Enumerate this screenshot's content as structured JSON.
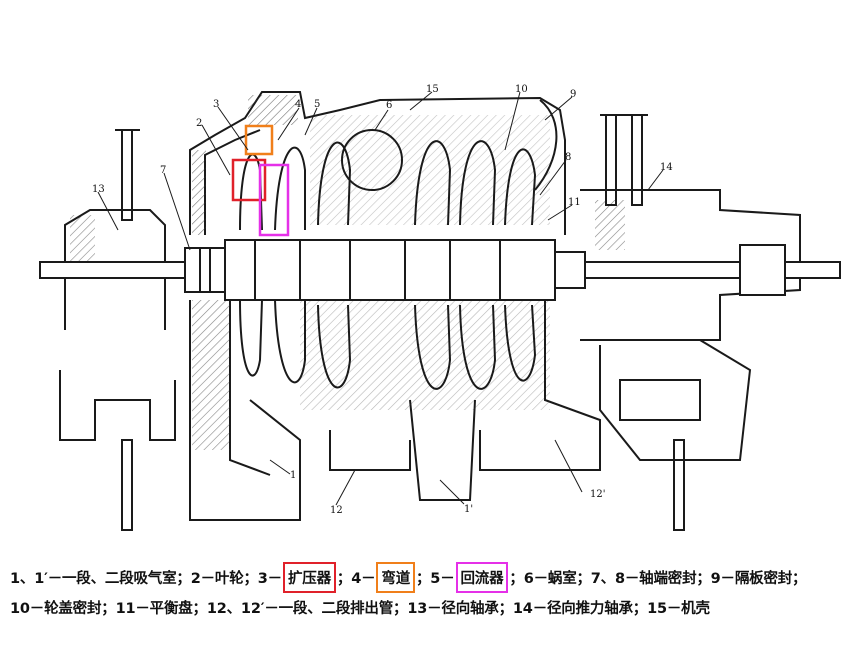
{
  "colors": {
    "red_box": "#e0212a",
    "orange_box": "#f07f1a",
    "magenta_box": "#e530e8",
    "line": "#1a1a1a",
    "hatch": "#333333"
  },
  "part_numbers": {
    "n1": "1",
    "n1p": "1'",
    "n2": "2",
    "n3": "3",
    "n4": "4",
    "n5": "5",
    "n6": "6",
    "n7": "7",
    "n8": "8",
    "n9": "9",
    "n10": "10",
    "n11": "11",
    "n12": "12",
    "n12p": "12'",
    "n13": "13",
    "n14": "14",
    "n15": "15"
  },
  "legend": {
    "l1_a": "1、1′－一段、二段吸气室；2－叶轮；3－",
    "l1_diffuser": "扩压器",
    "l1_b": "；4－",
    "l1_bend": "弯道",
    "l1_c": "；5－",
    "l1_return": "回流器",
    "l1_d": "；6－蜗室；7、8－轴端密封；9－隔板密封；",
    "l2": "10－轮盖密封；11－平衡盘；12、12′－一段、二段排出管；13－径向轴承；14－径向推力轴承；15－机壳"
  }
}
